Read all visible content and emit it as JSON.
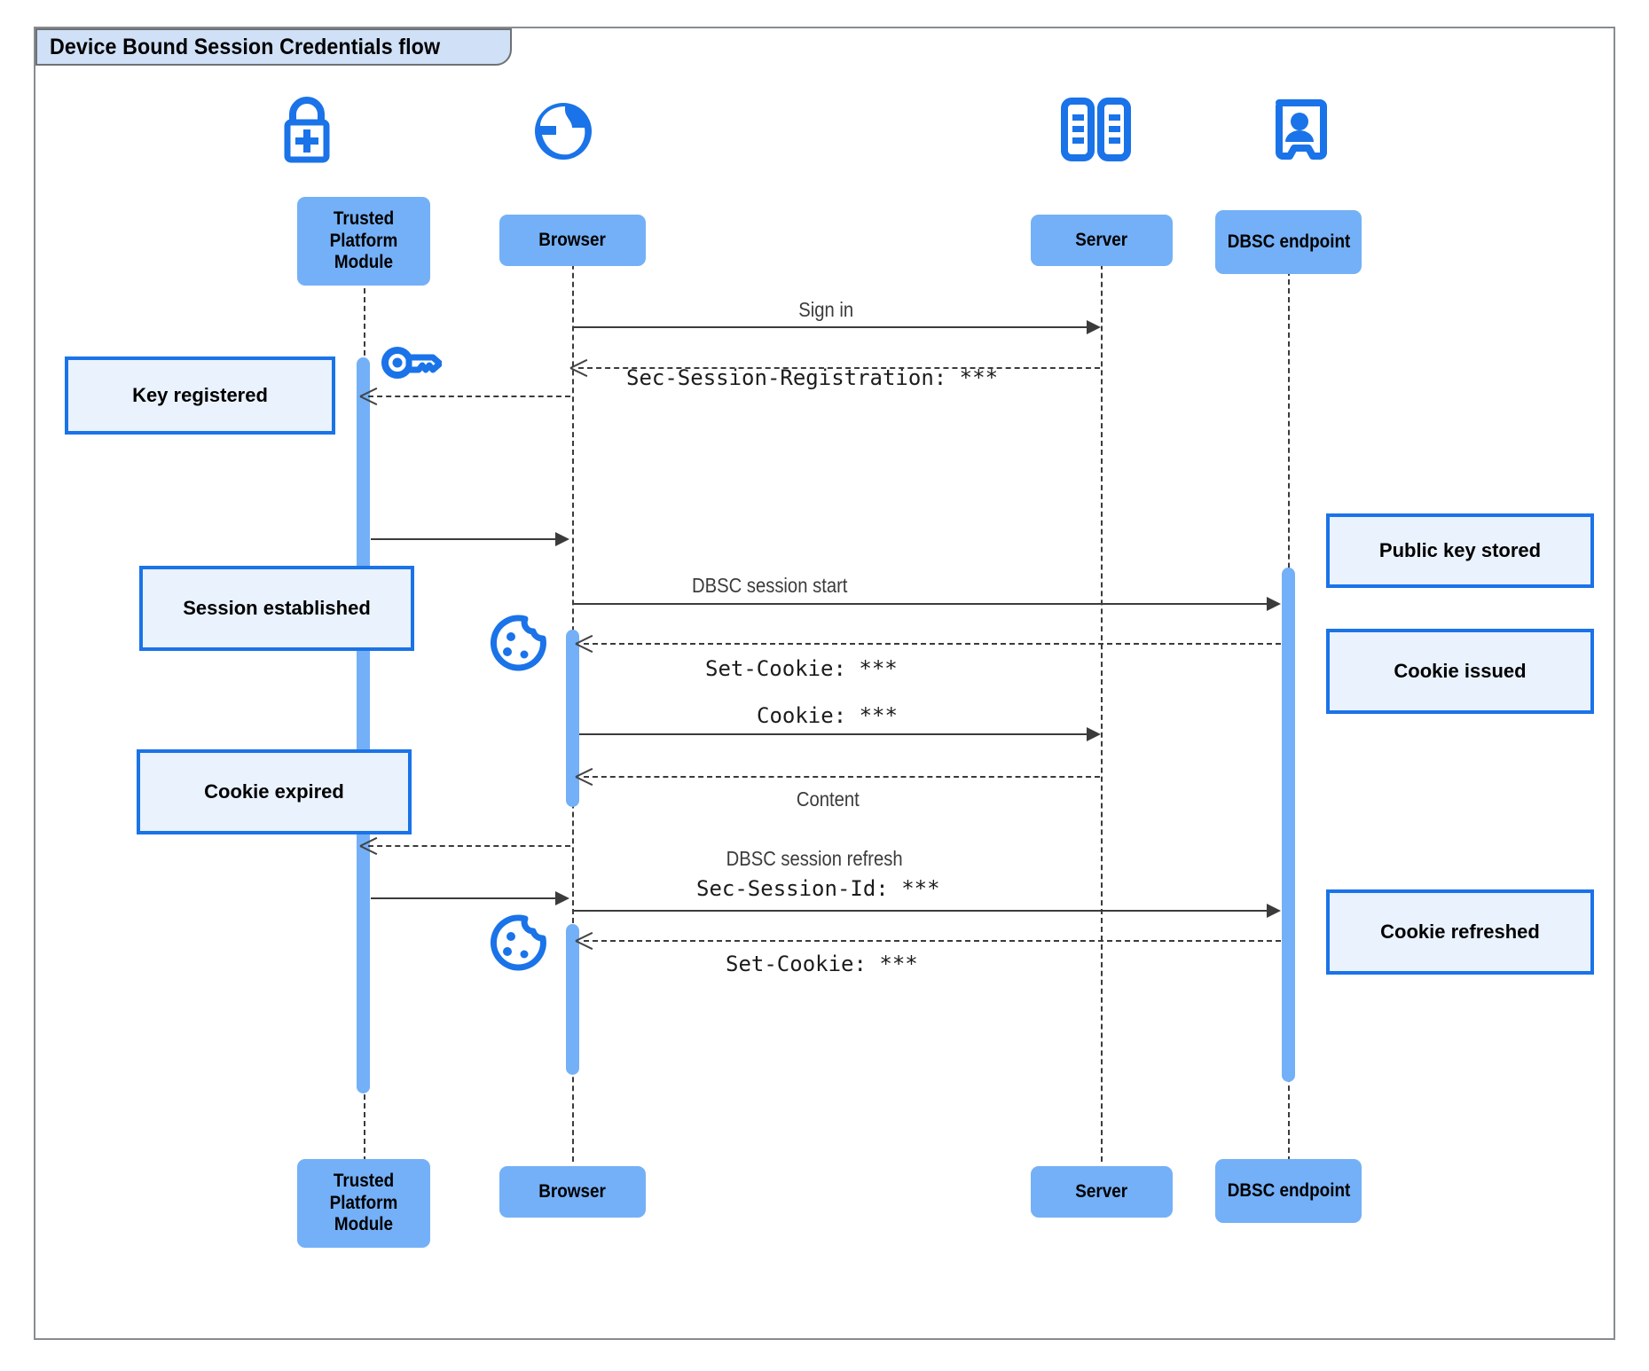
{
  "frame": {
    "title": "Device Bound Session Credentials flow"
  },
  "participants": [
    {
      "id": "tpm",
      "name": "Trusted Platform Module",
      "icon": "lock-plus-icon"
    },
    {
      "id": "browser",
      "name": "Browser",
      "icon": "globe-icon"
    },
    {
      "id": "server",
      "name": "Server",
      "icon": "server-rack-icon"
    },
    {
      "id": "dbsc",
      "name": "DBSC endpoint",
      "icon": "id-badge-icon"
    }
  ],
  "messages": [
    {
      "id": "m1",
      "label": "Sign in",
      "style": "sans",
      "from": "browser",
      "to": "server",
      "kind": "solid"
    },
    {
      "id": "m2",
      "label": "Sec-Session-Registration: ***",
      "style": "mono",
      "from": "server",
      "to": "browser",
      "kind": "dashed"
    },
    {
      "id": "m3",
      "label": "",
      "style": "sans",
      "from": "tpm",
      "to": "browser",
      "kind": "solid"
    },
    {
      "id": "m4",
      "label": "",
      "style": "sans",
      "from": "browser",
      "to": "tpm",
      "kind": "dashed"
    },
    {
      "id": "m5",
      "label": "DBSC session start",
      "style": "sans",
      "from": "browser",
      "to": "dbsc",
      "kind": "solid"
    },
    {
      "id": "m6",
      "label": "Set-Cookie: ***",
      "style": "mono",
      "from": "dbsc",
      "to": "browser",
      "kind": "dashed"
    },
    {
      "id": "m7",
      "label": "Cookie: ***",
      "style": "mono",
      "from": "browser",
      "to": "server",
      "kind": "solid"
    },
    {
      "id": "m8",
      "label": "Content",
      "style": "sans",
      "from": "server",
      "to": "browser",
      "kind": "dashed"
    },
    {
      "id": "m9",
      "label": "",
      "style": "sans",
      "from": "browser",
      "to": "tpm",
      "kind": "dashed"
    },
    {
      "id": "m10",
      "label": "DBSC session refresh",
      "style": "sans",
      "from": "tpm",
      "to": "browser",
      "kind": "solid"
    },
    {
      "id": "m11",
      "label": "Sec-Session-Id: ***",
      "style": "mono",
      "from": "browser",
      "to": "dbsc",
      "kind": "solid"
    },
    {
      "id": "m12",
      "label": "Set-Cookie: ***",
      "style": "mono",
      "from": "dbsc",
      "to": "browser",
      "kind": "dashed"
    }
  ],
  "notes": [
    {
      "id": "n1",
      "text": "Key registered",
      "side": "left"
    },
    {
      "id": "n2",
      "text": "Session established",
      "side": "left"
    },
    {
      "id": "n3",
      "text": "Cookie expired",
      "side": "left"
    },
    {
      "id": "n4",
      "text": "Public key stored",
      "side": "right"
    },
    {
      "id": "n5",
      "text": "Cookie issued",
      "side": "right"
    },
    {
      "id": "n6",
      "text": "Cookie refreshed",
      "side": "right"
    }
  ],
  "decor_icons": [
    {
      "id": "key",
      "name": "key-icon"
    },
    {
      "id": "cookie1",
      "name": "cookie-icon"
    },
    {
      "id": "cookie2",
      "name": "cookie-icon"
    }
  ],
  "colors": {
    "participant_fill": "#74b0f7",
    "note_fill": "#eaf2fe",
    "note_border": "#1a73e8",
    "icon_blue": "#1a73e8",
    "frame_border": "#888c8f",
    "title_fill": "#cfe0f7",
    "line": "#3b3b3b"
  }
}
